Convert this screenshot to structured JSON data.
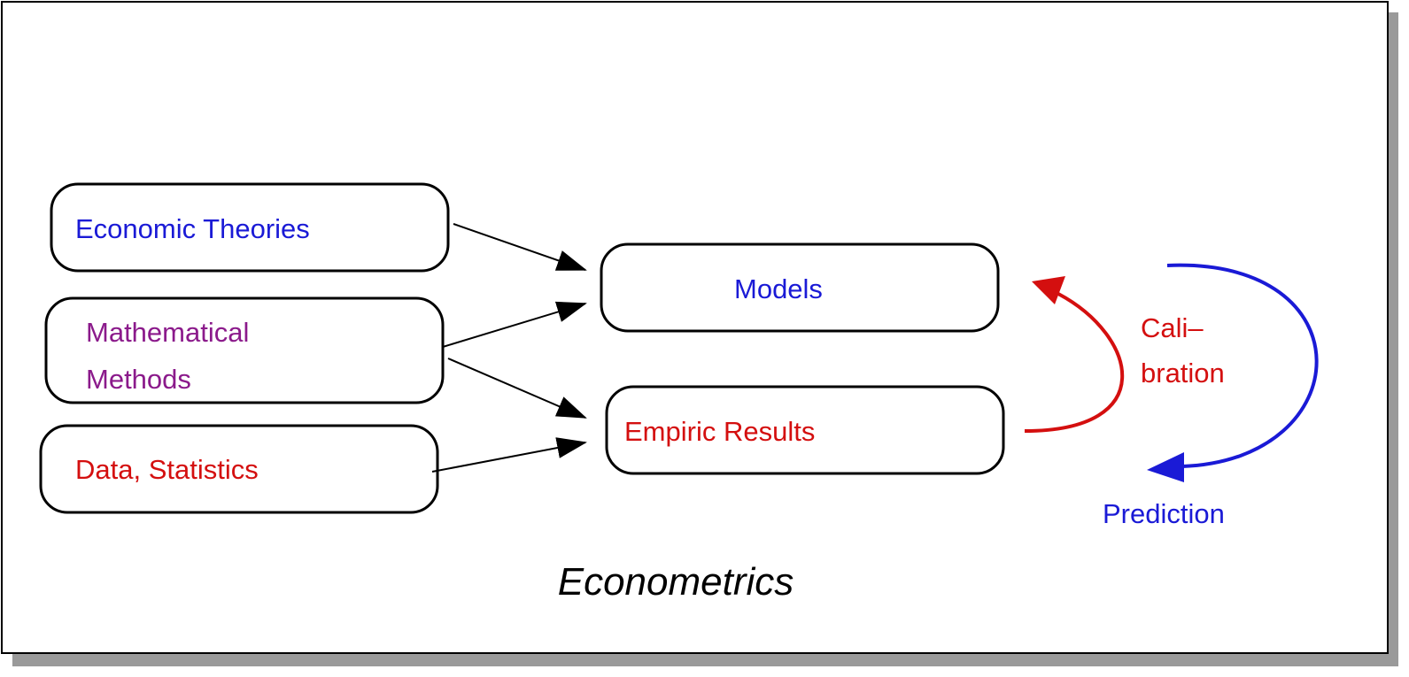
{
  "diagram": {
    "title": "Econometrics",
    "inputs": {
      "economic_theories": "Economic Theories",
      "mathematical_methods_line1": "Mathematical",
      "mathematical_methods_line2": "Methods",
      "data_statistics": "Data, Statistics"
    },
    "outputs": {
      "models": "Models",
      "empiric_results": "Empiric Results"
    },
    "feedback": {
      "calibration_line1": "Cali–",
      "calibration_line2": "bration",
      "prediction": "Prediction"
    }
  },
  "colors": {
    "blue": "#1a1ad6",
    "purple": "#8b1a8b",
    "red": "#d40f0f",
    "black": "#000000",
    "shadow": "#9a9a9a"
  }
}
